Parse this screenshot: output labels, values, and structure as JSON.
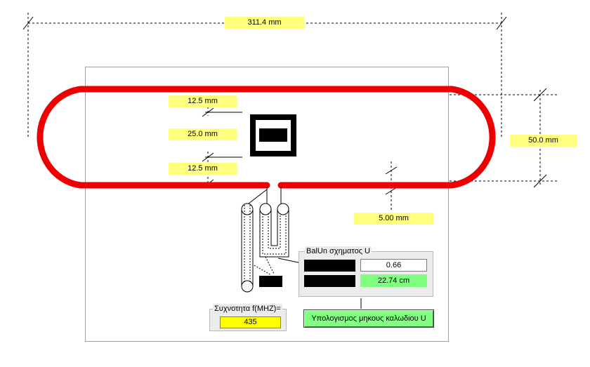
{
  "dimensions": {
    "total_length": "311.4 mm",
    "loop_height": "50.0 mm",
    "top_gap": "12.5 mm",
    "middle_width": "25.0 mm",
    "bottom_gap": "12.5 mm",
    "feed_gap": "5.00 mm"
  },
  "balun": {
    "title": "BalUn σχηματος U",
    "velocity_factor": "0.66",
    "cable_length": "22.74 cm"
  },
  "frequency": {
    "label": "Συχνοτητα f(MHZ)=",
    "value": "435"
  },
  "calculate_button": "Υπολογισμος μηκους καλωδιου U",
  "colors": {
    "loop": "#ee0000",
    "dimension_label": "#ffff80",
    "frequency_field": "#ffff00",
    "result_field": "#80ff80",
    "button": "#80ff80"
  }
}
